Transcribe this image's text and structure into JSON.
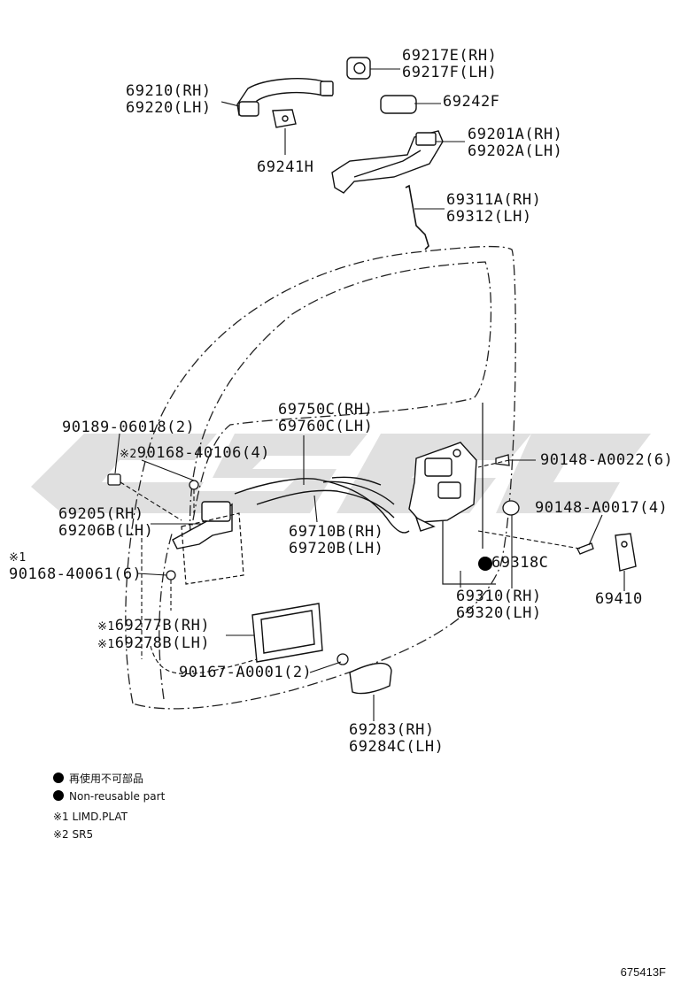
{
  "diagram": {
    "doc_id": "675413F",
    "legend": {
      "line1": "再使用不可部品",
      "line2": "Non-reusable part",
      "mark1_symbol": "※1",
      "mark1_text": "LIMD.PLAT",
      "mark2_symbol": "※2",
      "mark2_text": "SR5"
    },
    "parts": {
      "p69217": {
        "line1": "69217E(RH)",
        "line2": "69217F(LH)"
      },
      "p69210": {
        "line1": "69210(RH)",
        "line2": "69220(LH)"
      },
      "p69242": {
        "line1": "69242F"
      },
      "p69201": {
        "line1": "69201A(RH)",
        "line2": "69202A(LH)"
      },
      "p69241": {
        "line1": "69241H"
      },
      "p69311": {
        "line1": "69311A(RH)",
        "line2": "69312(LH)"
      },
      "p69750": {
        "line1": "69750C(RH)",
        "line2": "69760C(LH)"
      },
      "p90189": {
        "line1": "90189-06018(2)"
      },
      "p90168a": {
        "mark": "※2",
        "line1": "90168-40106(4)"
      },
      "p90148a": {
        "line1": "90148-A0022(6)"
      },
      "p69205": {
        "line1": "69205(RH)",
        "line2": "69206B(LH)"
      },
      "p90148b": {
        "line1": "90148-A0017(4)"
      },
      "p69710": {
        "line1": "69710B(RH)",
        "line2": "69720B(LH)"
      },
      "p90168b": {
        "mark": "※1",
        "line1": "90168-40061(6)"
      },
      "p69318": {
        "line1": "69318C"
      },
      "p69410": {
        "line1": "69410"
      },
      "p69310": {
        "line1": "69310(RH)",
        "line2": "69320(LH)"
      },
      "p69277": {
        "mark1": "※1",
        "line1": "69277B(RH)",
        "mark2": "※1",
        "line2": "69278B(LH)"
      },
      "p90167": {
        "line1": "90167-A0001(2)"
      },
      "p69283": {
        "line1": "69283(RH)",
        "line2": "69284C(LH)"
      }
    }
  }
}
